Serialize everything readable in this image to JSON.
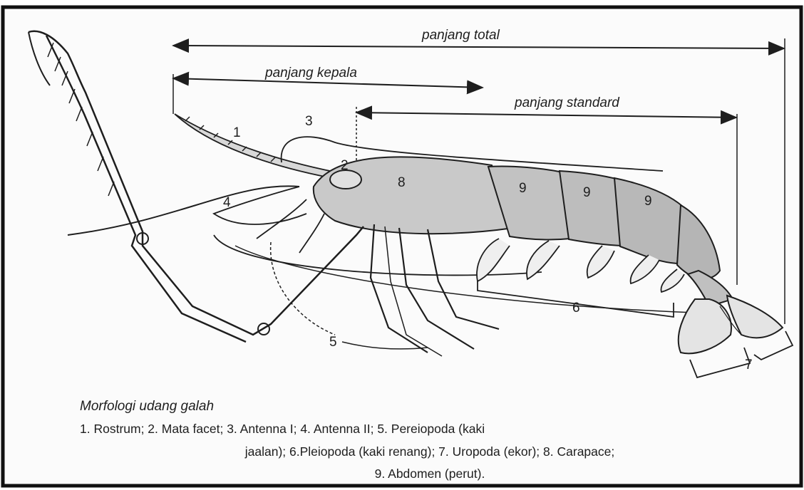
{
  "dimensions": {
    "total": "panjang total",
    "head": "panjang kepala",
    "standard": "panjang standard"
  },
  "labels": {
    "l1": "1",
    "l2": "2",
    "l3": "3",
    "l4": "4",
    "l5": "5",
    "l6": "6",
    "l7": "7",
    "l8": "8",
    "l9a": "9",
    "l9b": "9",
    "l9c": "9"
  },
  "caption": {
    "title": "Morfologi udang galah",
    "line1": "1.  Rostrum;  2.  Mata facet;  3.  Antenna I;  4.  Antenna II;  5.  Pereiopoda (kaki",
    "line2": "jaalan);  6.Pleiopoda (kaki renang);  7.  Uropoda (ekor);  8.  Carapace;",
    "line3": "9.  Abdomen (perut)."
  }
}
